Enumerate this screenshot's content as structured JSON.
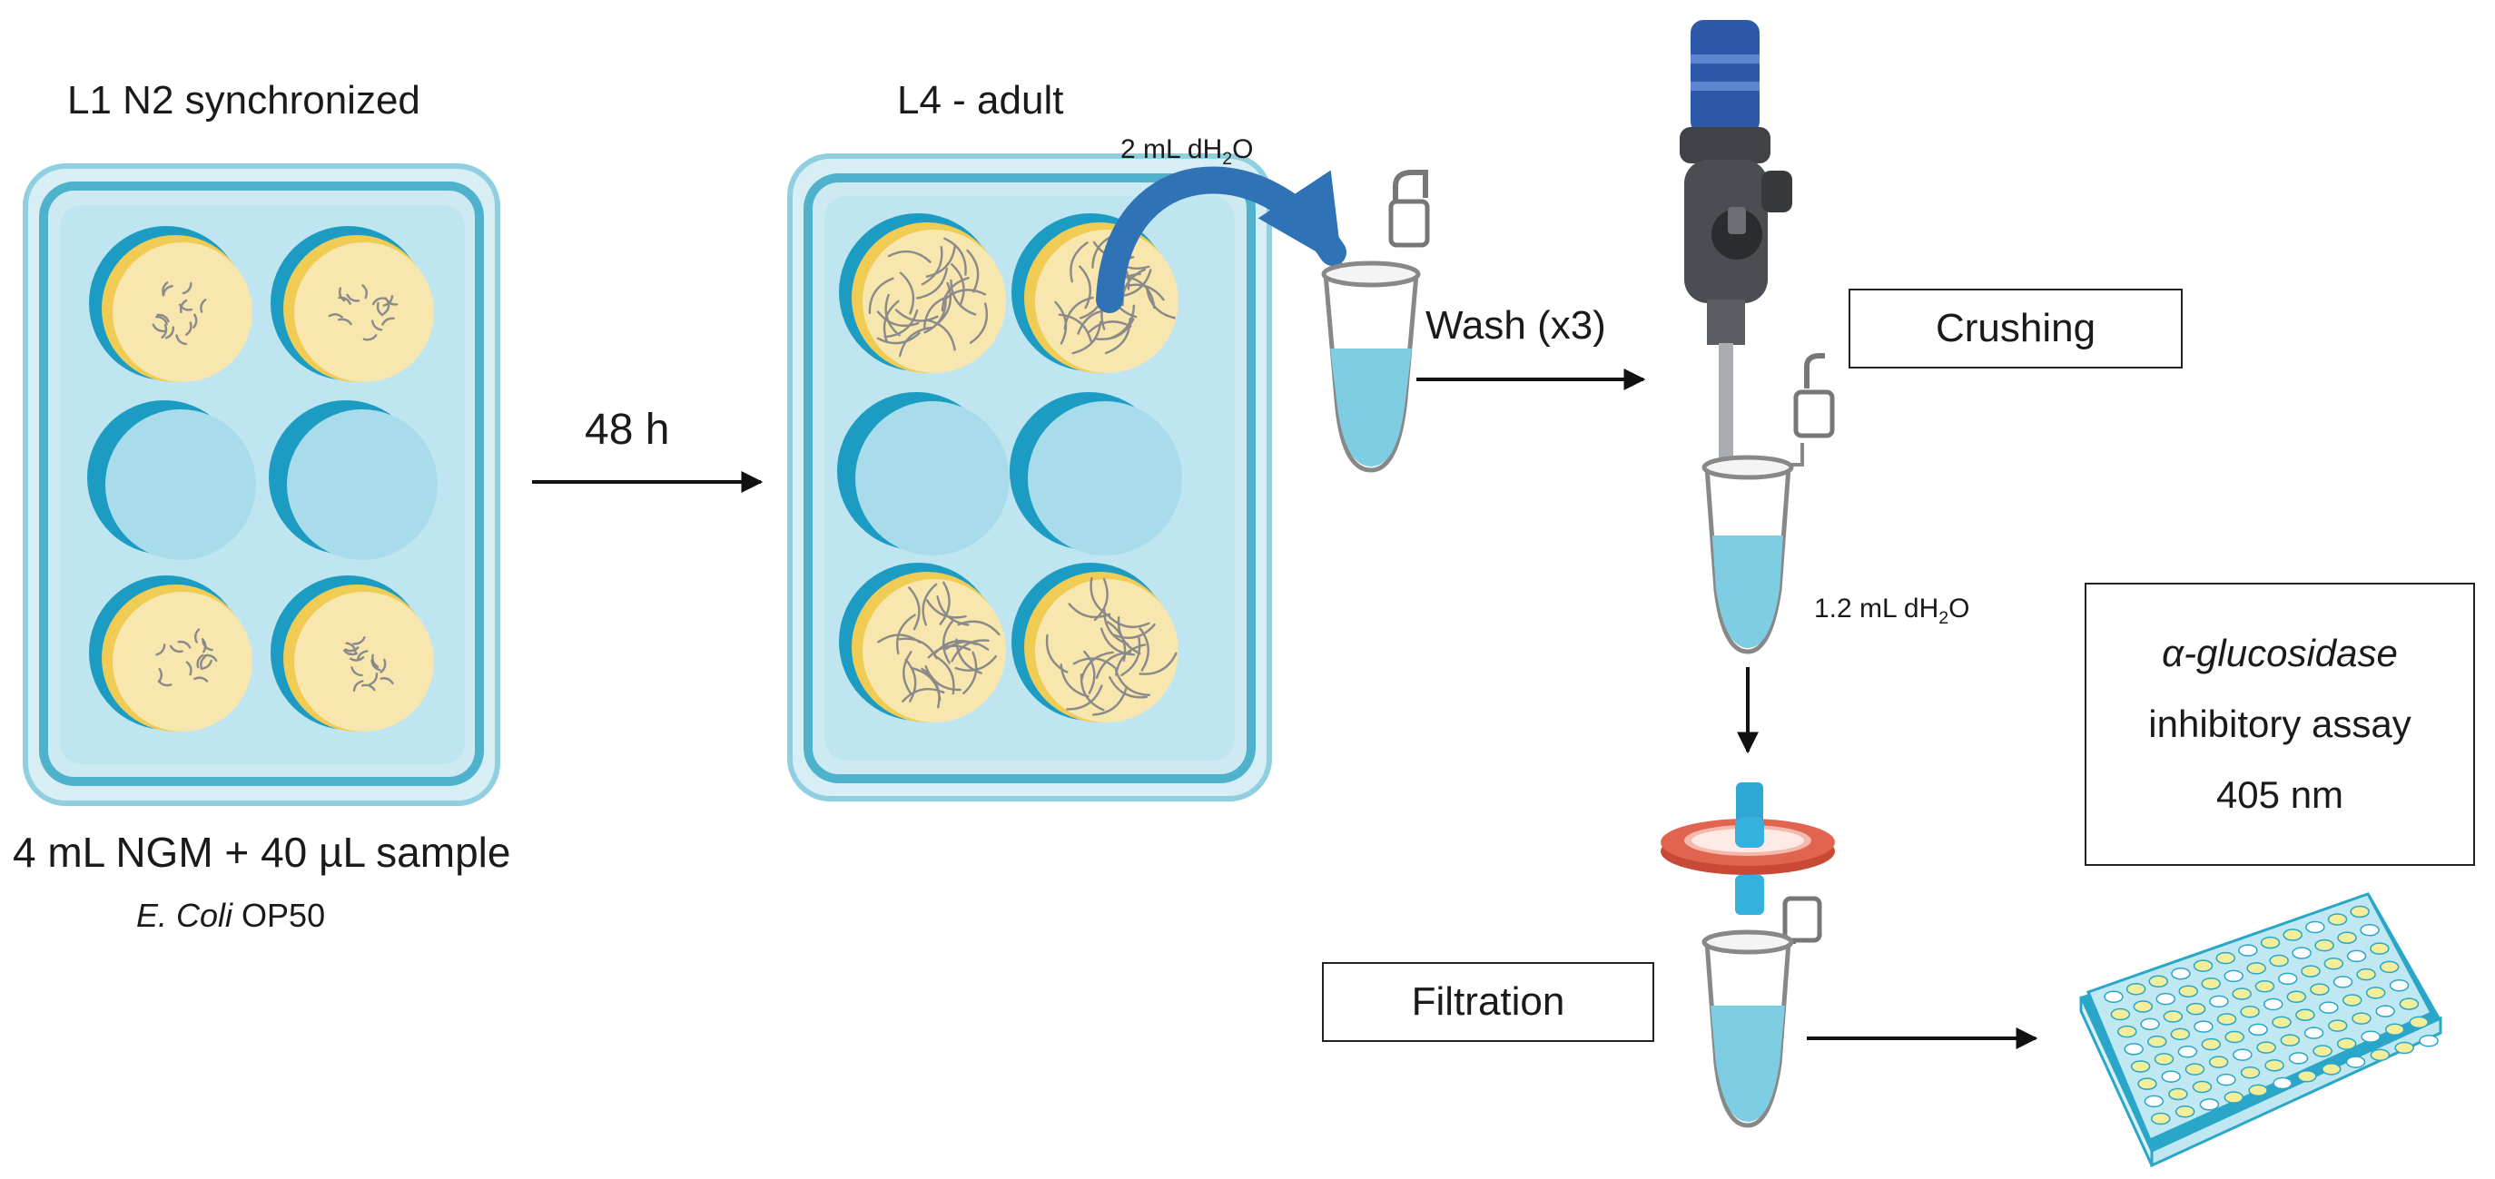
{
  "labels": {
    "l1": "L1 N2 synchronized",
    "l4": "L4 - adult",
    "time": "48 h",
    "ngm": "4 mL NGM + 40 µL sample",
    "ecoli_species": "E. Coli",
    "ecoli_strain": "OP50",
    "water_2ml": "2 mL dH",
    "water_2ml_sub": "2",
    "water_2ml_tail": "O",
    "wash": "Wash (x3)",
    "water_12ml": "1.2 mL dH",
    "water_12ml_sub": "2",
    "water_12ml_tail": "O",
    "crushing": "Crushing",
    "filtration": "Filtration",
    "assay_line1": "α-glucosidase",
    "assay_line2": "inhibitory assay",
    "assay_line3": "405 nm"
  },
  "colors": {
    "plate_light": "#bfe6f0",
    "plate_border": "#4fb2cc",
    "well_blue": "#a9dcea",
    "well_crescent": "#1c9cc2",
    "agar": "#f7e6ad",
    "agar_crescent": "#f0cc55",
    "worm": "#8a8a8a",
    "tube_liquid": "#7fcde3",
    "homogenizer_blue": "#2c5aa8",
    "homogenizer_body": "#4a4d52",
    "filter_red": "#e0644f",
    "microplate_yellow": "#f2ee9a"
  },
  "icons": [
    "well-plate-icon",
    "microtube-icon",
    "homogenizer-icon",
    "syringe-filter-icon",
    "microplate-icon"
  ]
}
